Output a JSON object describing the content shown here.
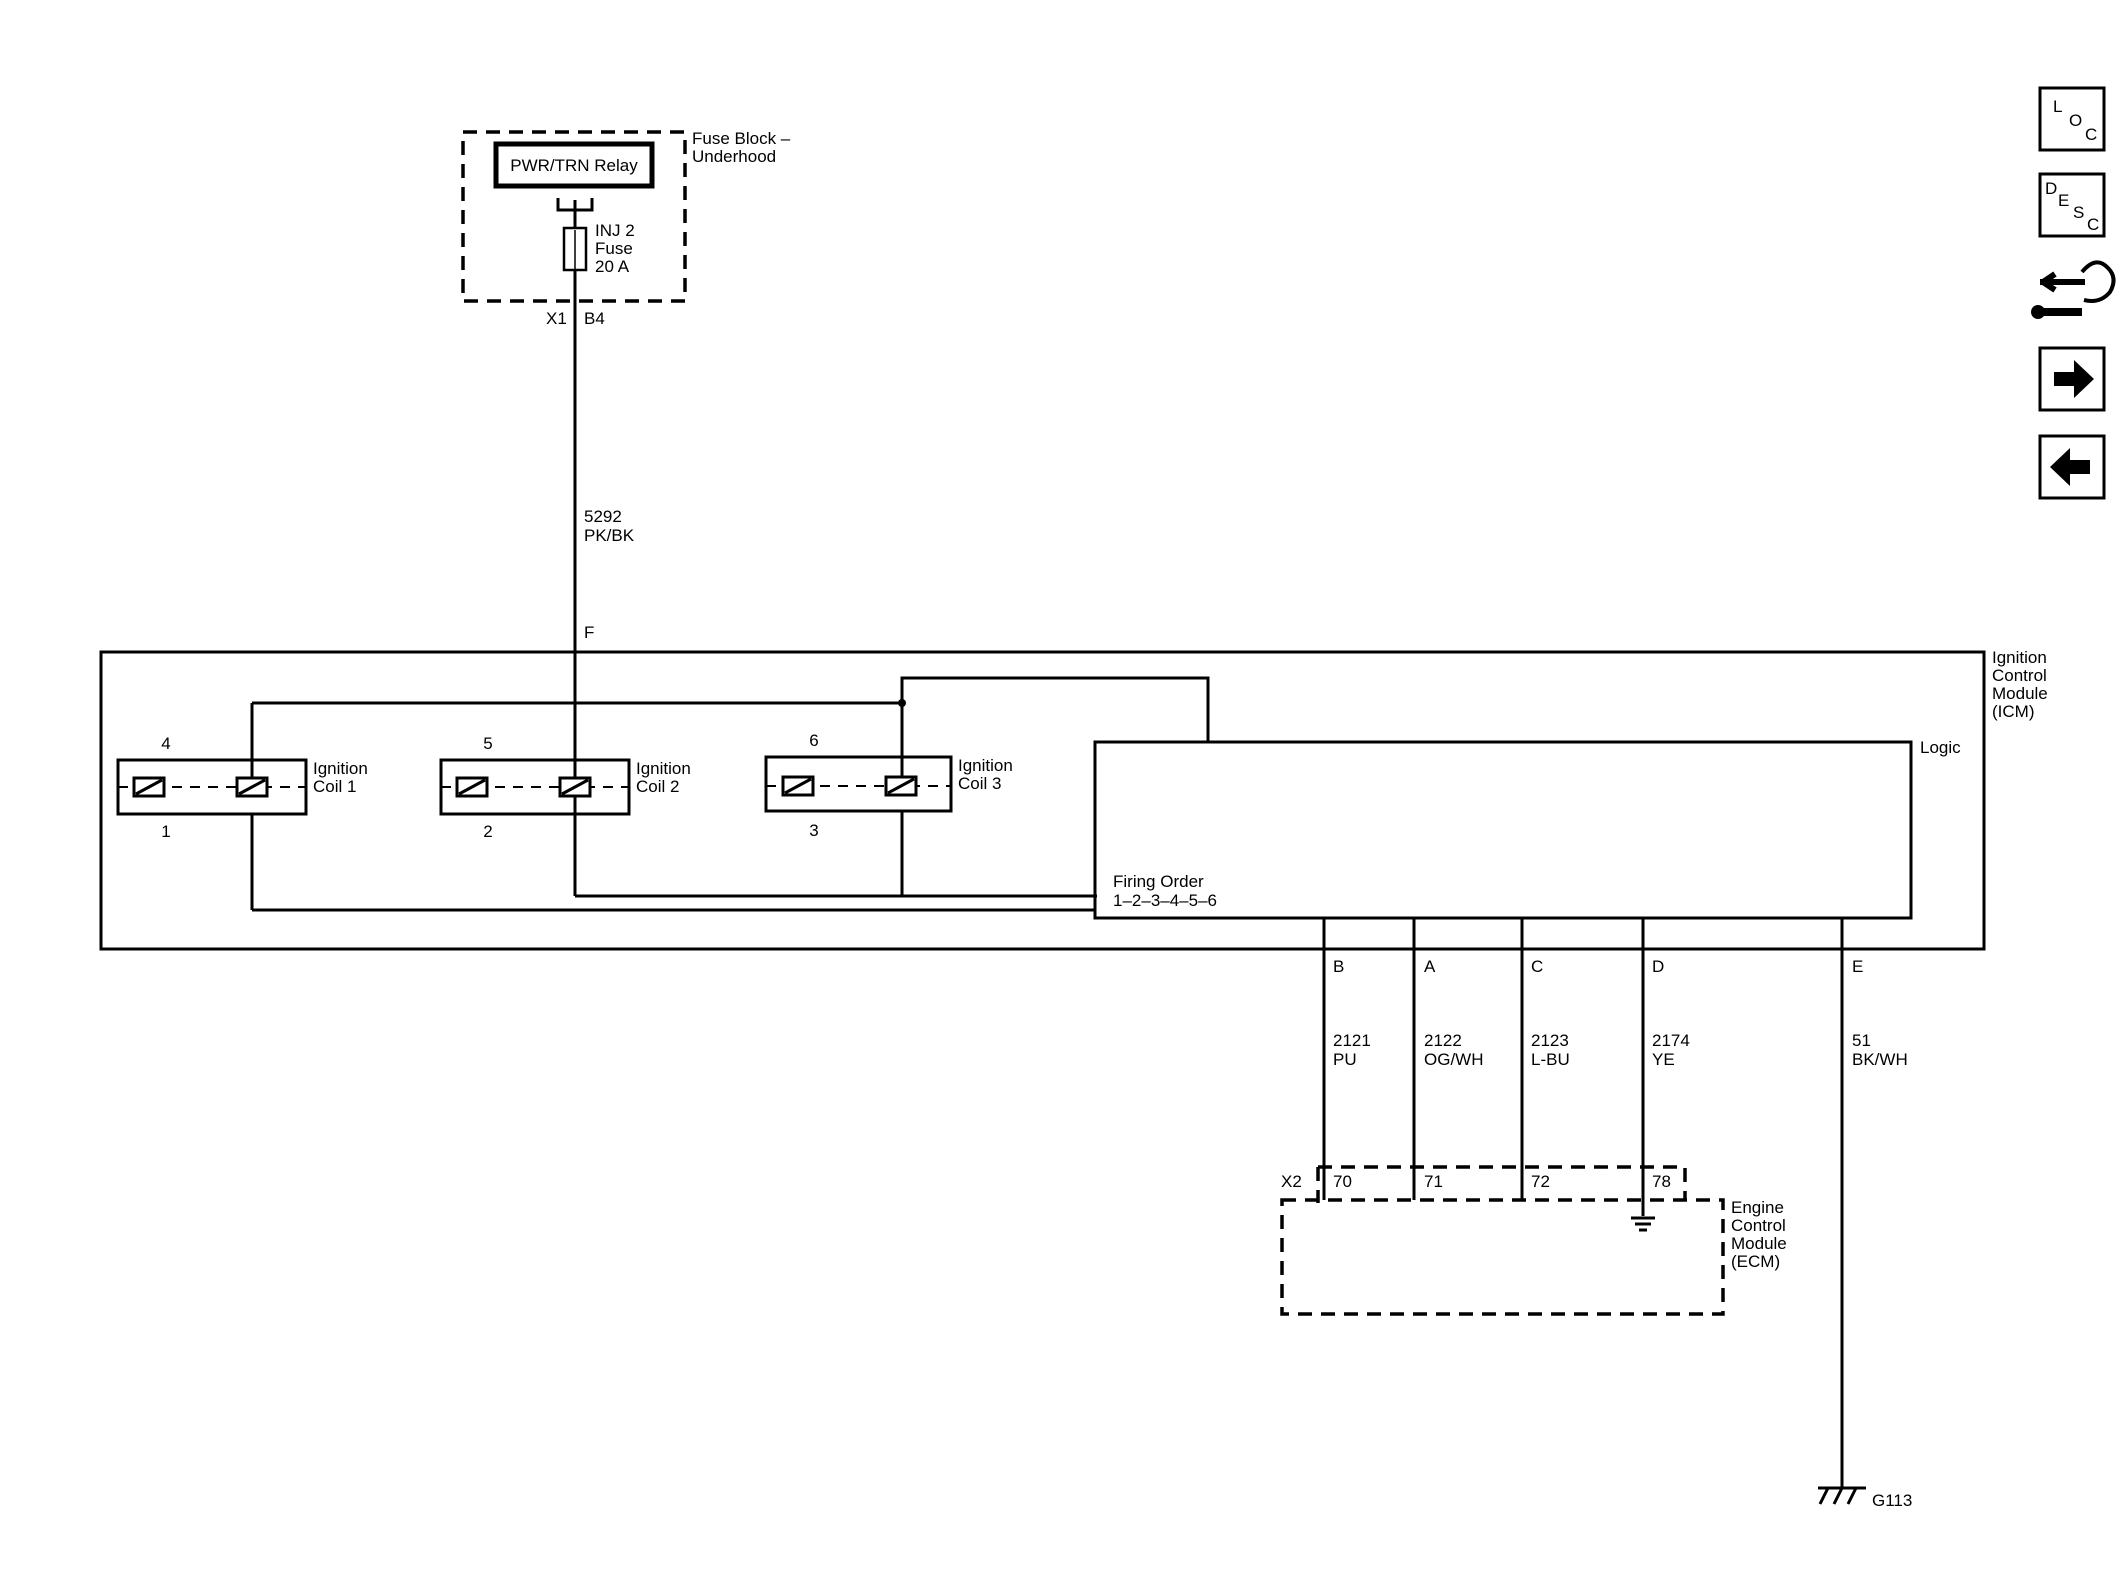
{
  "fuse_block": {
    "title_line1": "Fuse Block –",
    "title_line2": "Underhood",
    "relay_label": "PWR/TRN Relay",
    "fuse_name": "INJ 2",
    "fuse_word": "Fuse",
    "fuse_rating": "20 A",
    "connector": "X1",
    "pin": "B4"
  },
  "feed_wire": {
    "circuit": "5292",
    "color": "PK/BK",
    "icm_pin": "F"
  },
  "icm": {
    "title_lines": [
      "Ignition",
      "Control",
      "Module",
      "(ICM)"
    ],
    "logic_label": "Logic",
    "firing_order_label": "Firing Order",
    "firing_order_value": "1–2–3–4–5–6",
    "coils": [
      {
        "label1": "Ignition",
        "label2": "Coil 1",
        "top_num": "4",
        "bottom_num": "1"
      },
      {
        "label1": "Ignition",
        "label2": "Coil 2",
        "top_num": "5",
        "bottom_num": "2"
      },
      {
        "label1": "Ignition",
        "label2": "Coil 3",
        "top_num": "6",
        "bottom_num": "3"
      }
    ]
  },
  "signal_wires": [
    {
      "icm_pin": "B",
      "circuit": "2121",
      "color": "PU",
      "ecm_pin": "70"
    },
    {
      "icm_pin": "A",
      "circuit": "2122",
      "color": "OG/WH",
      "ecm_pin": "71"
    },
    {
      "icm_pin": "C",
      "circuit": "2123",
      "color": "L-BU",
      "ecm_pin": "72"
    },
    {
      "icm_pin": "D",
      "circuit": "2174",
      "color": "YE",
      "ecm_pin": "78"
    }
  ],
  "ground_wire": {
    "icm_pin": "E",
    "circuit": "51",
    "color": "BK/WH",
    "ground": "G113"
  },
  "ecm": {
    "connector": "X2",
    "title_lines": [
      "Engine",
      "Control",
      "Module",
      "(ECM)"
    ]
  },
  "nav": {
    "loc": {
      "l1": "L",
      "l2": "O",
      "l3": "C"
    },
    "desc": {
      "l1": "D",
      "l2": "E",
      "l3": "S",
      "l4": "C"
    },
    "icons": [
      "location-icon",
      "description-icon",
      "connector-icon",
      "next-arrow-icon",
      "back-arrow-icon"
    ]
  }
}
